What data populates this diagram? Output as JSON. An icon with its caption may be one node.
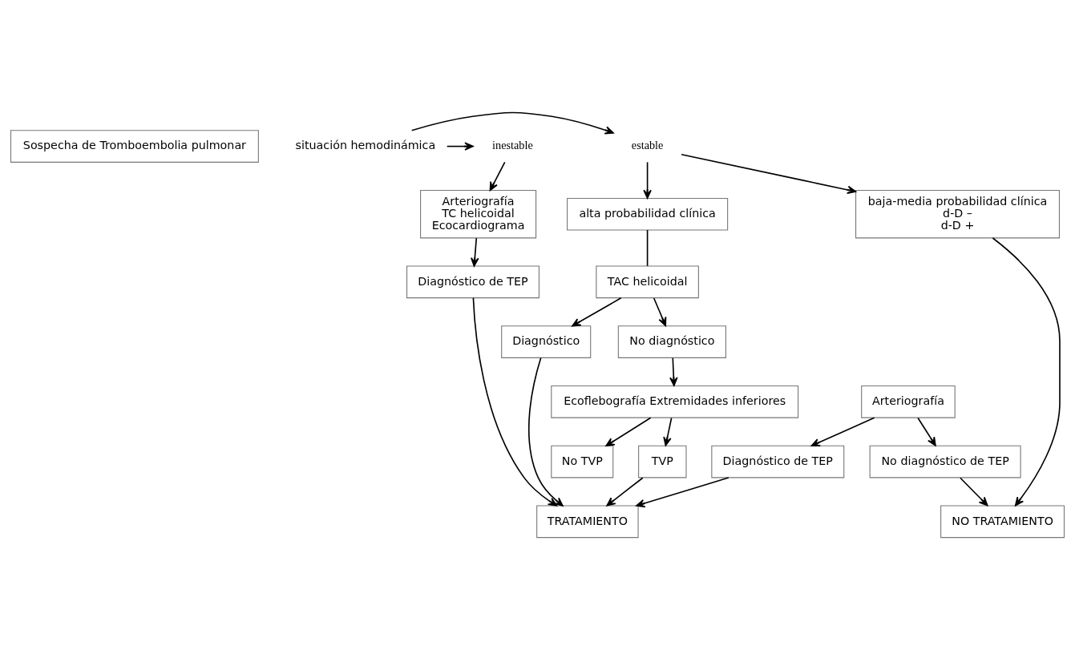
{
  "diagram": {
    "nodes": [
      {
        "text": [
          "Sospecha de Tromboembolia pulmonar"
        ]
      },
      {
        "text": [
          "estable"
        ]
      },
      {
        "text": [
          "situación hemodinámica"
        ]
      },
      {
        "text": [
          "inestable"
        ]
      },
      {
        "text": [
          "baja-media probabilidad clínica",
          "d-D –",
          "d-D +"
        ]
      },
      {
        "text": [
          "alta probabilidad clínica"
        ]
      },
      {
        "text": [
          "TAC helicoidal"
        ]
      },
      {
        "text": [
          "No diagnóstico"
        ]
      },
      {
        "text": [
          "Diagnóstico"
        ]
      },
      {
        "text": [
          "Arteriografía",
          "TC helicoidal",
          "Ecocardiograma"
        ]
      },
      {
        "text": [
          "Ecoflebografía Extremidades inferiores"
        ]
      },
      {
        "text": [
          "No TVP"
        ]
      },
      {
        "text": [
          "TVP"
        ]
      },
      {
        "text": [
          "Diagnóstico de TEP"
        ]
      },
      {
        "text": [
          "Arteriografía"
        ]
      },
      {
        "text": [
          "No diagnóstico de TEP"
        ]
      },
      {
        "text": [
          "Diagnóstico de TEP"
        ]
      },
      {
        "text": [
          "NO TRATAMIENTO"
        ]
      },
      {
        "text": [
          "TRATAMIENTO"
        ]
      }
    ],
    "edges": [
      {
        "from": 2,
        "to": 1,
        "arrow": "to"
      },
      {
        "from": 2,
        "to": 3,
        "arrow": "to"
      },
      {
        "from": 1,
        "to": 4,
        "arrow": "to"
      },
      {
        "from": 1,
        "to": 5,
        "arrow": "to"
      },
      {
        "from": 5,
        "to": 6,
        "arrow": "none"
      },
      {
        "from": 6,
        "to": 7,
        "arrow": "to"
      },
      {
        "from": 6,
        "to": 8,
        "arrow": "to"
      },
      {
        "from": 3,
        "to": 9,
        "arrow": "to"
      },
      {
        "from": 7,
        "to": 10,
        "arrow": "to"
      },
      {
        "from": 10,
        "to": 11,
        "arrow": "to"
      },
      {
        "from": 10,
        "to": 12,
        "arrow": "to"
      },
      {
        "from": 9,
        "to": 13,
        "arrow": "to"
      },
      {
        "from": 14,
        "to": 15,
        "arrow": "to"
      },
      {
        "from": 14,
        "to": 16,
        "arrow": "to"
      },
      {
        "from": 4,
        "to": 17,
        "arrow": "to"
      },
      {
        "from": 15,
        "to": 17,
        "arrow": "to"
      },
      {
        "from": 16,
        "to": 18,
        "arrow": "to"
      },
      {
        "from": 12,
        "to": 18,
        "arrow": "to"
      },
      {
        "from": 8,
        "to": 18,
        "arrow": "to"
      },
      {
        "from": 13,
        "to": 18,
        "arrow": "to"
      }
    ]
  }
}
